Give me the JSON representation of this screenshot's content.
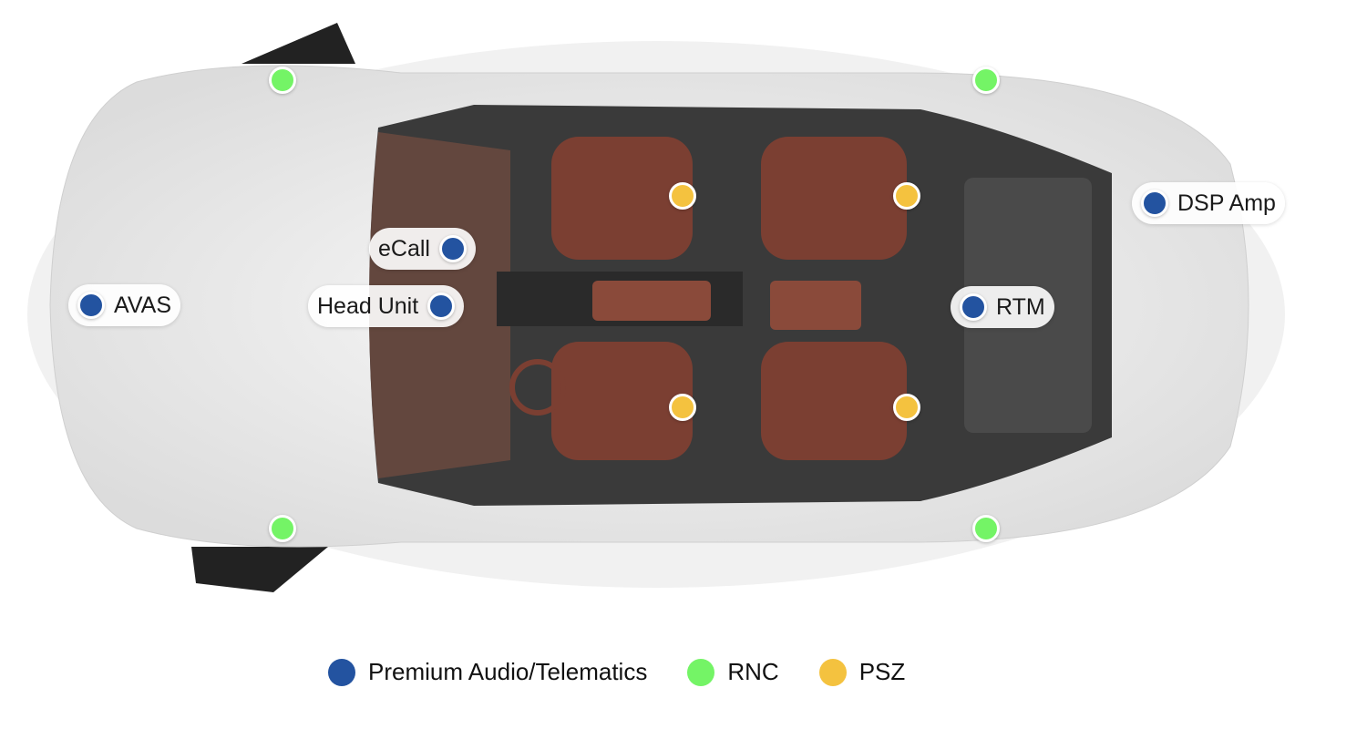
{
  "colors": {
    "premium": "#2353a0",
    "rnc": "#74f466",
    "psz": "#f4c23f"
  },
  "labels": {
    "avas": "AVAS",
    "ecall": "eCall",
    "head_unit": "Head Unit",
    "rtm": "RTM",
    "dsp_amp": "DSP Amp"
  },
  "legend": [
    {
      "label": "Premium Audio/Telematics"
    },
    {
      "label": "RNC"
    },
    {
      "label": "PSZ"
    }
  ]
}
